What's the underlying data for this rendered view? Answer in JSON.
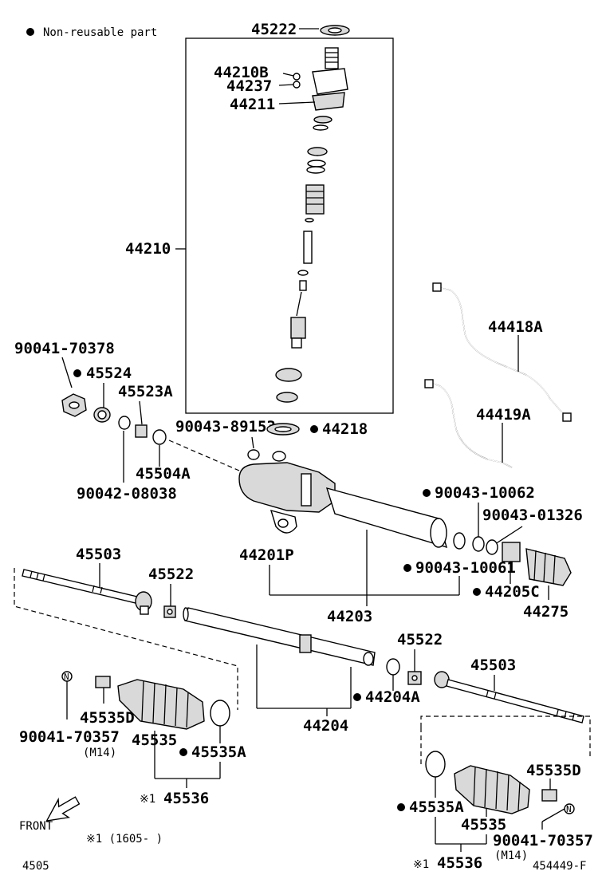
{
  "legend": {
    "bullet": "●",
    "text": "Non-reusable part"
  },
  "labels": {
    "p45222": "45222",
    "p44210B": "44210B",
    "p44237": "44237",
    "p44211": "44211",
    "p44210": "44210",
    "p44418A": "44418A",
    "p44419A": "44419A",
    "p90041_70378": "90041-70378",
    "p45524": "45524",
    "p45523A": "45523A",
    "p90043_89153": "90043-89153",
    "p44218": "44218",
    "p45504A": "45504A",
    "p90042_08038": "90042-08038",
    "p90043_10062": "90043-10062",
    "p90043_01326": "90043-01326",
    "p45503_top": "45503",
    "p44201P": "44201P",
    "p45522_left": "45522",
    "p90043_10061": "90043-10061",
    "p44205C": "44205C",
    "p44203": "44203",
    "p44275": "44275",
    "p45522_right": "45522",
    "p45503_right": "45503",
    "p44204A": "44204A",
    "p45535D_left": "45535D",
    "p90041_70357_left": "90041-70357",
    "m14_left": "(M14)",
    "p45535_left": "45535",
    "p45535A_left": "45535A",
    "p44204": "44204",
    "p45536_left": "45536",
    "p45535D_right": "45535D",
    "p45535A_right": "45535A",
    "p45535_right": "45535",
    "p90041_70357_right": "90041-70357",
    "m14_right": "(M14)",
    "p45536_right": "45536",
    "note_mark": "※1",
    "n_mark": "N"
  },
  "footer": {
    "front": "FRONT",
    "note": "※1 (1605-   )",
    "code_left": "4505",
    "code_right": "454449-F"
  }
}
